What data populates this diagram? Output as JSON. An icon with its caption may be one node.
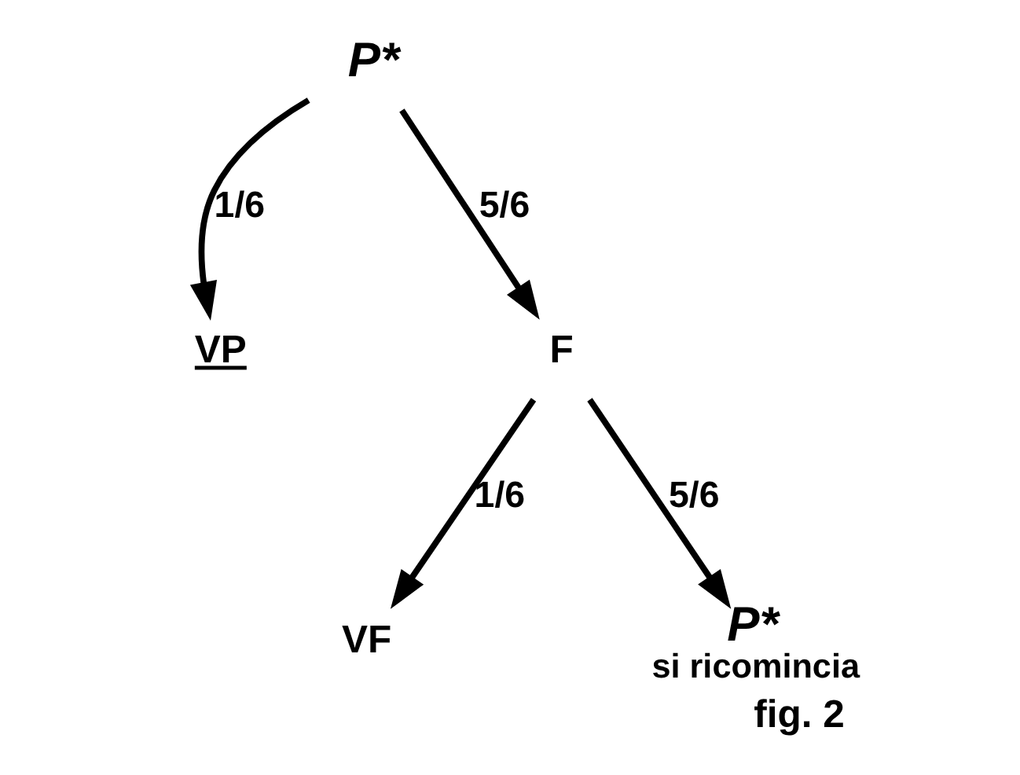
{
  "diagram": {
    "caption": "fig. 2",
    "nodes": [
      {
        "text": [
          "P*"
        ]
      },
      {
        "text": [
          "VP"
        ]
      },
      {
        "text": [
          "F"
        ]
      },
      {
        "text": [
          "VF"
        ]
      },
      {
        "text": [
          "P*"
        ],
        "beside": [
          "si ricomincia"
        ]
      }
    ],
    "edges": [
      {
        "from": 0,
        "to": 1,
        "arrow": "to",
        "label": "1/6"
      },
      {
        "from": 0,
        "to": 2,
        "arrow": "to",
        "label": "5/6"
      },
      {
        "from": 2,
        "to": 3,
        "arrow": "to",
        "label": "1/6"
      },
      {
        "from": 2,
        "to": 4,
        "arrow": "to",
        "label": "5/6"
      }
    ]
  }
}
